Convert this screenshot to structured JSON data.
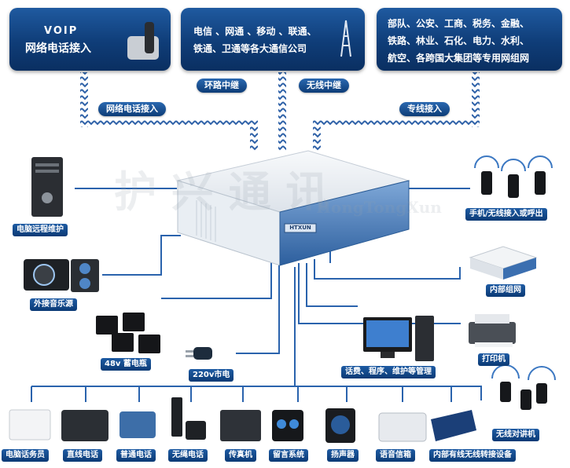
{
  "top_boxes": {
    "voip": {
      "line1": "VOIP",
      "line2": "网络电话接入"
    },
    "carriers": {
      "line1": "电信 、网通 、移动 、联通、",
      "line2": "铁通、卫通等各大通信公司"
    },
    "enterprise": {
      "line1": "部队、公安、工商、税务、金融、",
      "line2": "铁路、林业、石化、电力、水利、",
      "line3": "航空、各跨国大集团等专用网组网"
    }
  },
  "connectors": {
    "network_phone": "网络电话接入",
    "ring_relay": "环路中继",
    "wireless_relay": "无线中继",
    "dedicated_line": "专线接入"
  },
  "watermark": {
    "cn": "护 兴 通 讯",
    "en": "HongTongXun"
  },
  "device_brand": "HTXUN",
  "left_devices": {
    "remote_maintenance": "电脑远程维护",
    "external_music": "外接音乐源",
    "battery": "48v 蓄电瓶",
    "mains": "220v市电"
  },
  "right_devices": {
    "mobile_access": "手机/无线接入或呼出",
    "internal_network": "内部组网",
    "printer": "打印机",
    "management": "话费、程序、维护等管理"
  },
  "bottom_devices": [
    "电脑话务员",
    "直线电话",
    "普通电话",
    "无绳电话",
    "传真机",
    "留言系统",
    "扬声器",
    "语音信箱",
    "内部有线无线转接设备"
  ],
  "walkie_talkie": "无线对讲机"
}
